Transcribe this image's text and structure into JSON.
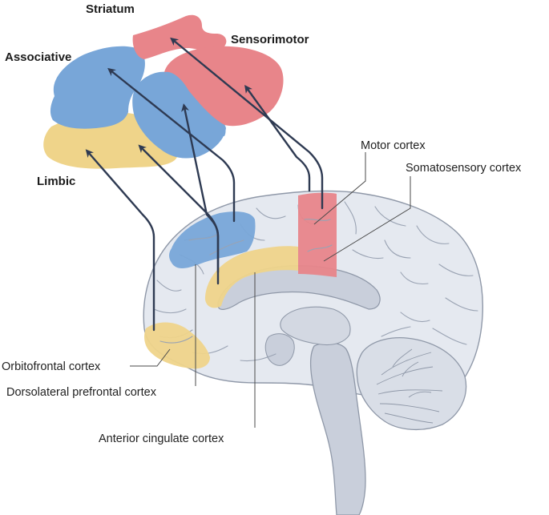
{
  "striatum": {
    "title": "Striatum",
    "regions": {
      "associative": "Associative",
      "sensorimotor": "Sensorimotor",
      "limbic": "Limbic"
    }
  },
  "cortex_labels": {
    "motor": "Motor cortex",
    "somatosensory": "Somatosensory cortex",
    "orbitofrontal": "Orbitofrontal cortex",
    "dorsolateral": "Dorsolateral prefrontal cortex",
    "anterior_cingulate": "Anterior cingulate cortex"
  },
  "colors": {
    "associative": "#78a6d8",
    "sensorimotor": "#e8858a",
    "limbic": "#efd48a",
    "brain_fill": "#e5e9f0",
    "brain_stroke": "#8f98a8",
    "deep_structures": "#c9cfdb",
    "arrow": "#2e3a52"
  },
  "icons": {
    "striatum": "striatum-shape-icon",
    "brain": "sagittal-brain-icon",
    "arrow": "arrowhead-icon"
  }
}
